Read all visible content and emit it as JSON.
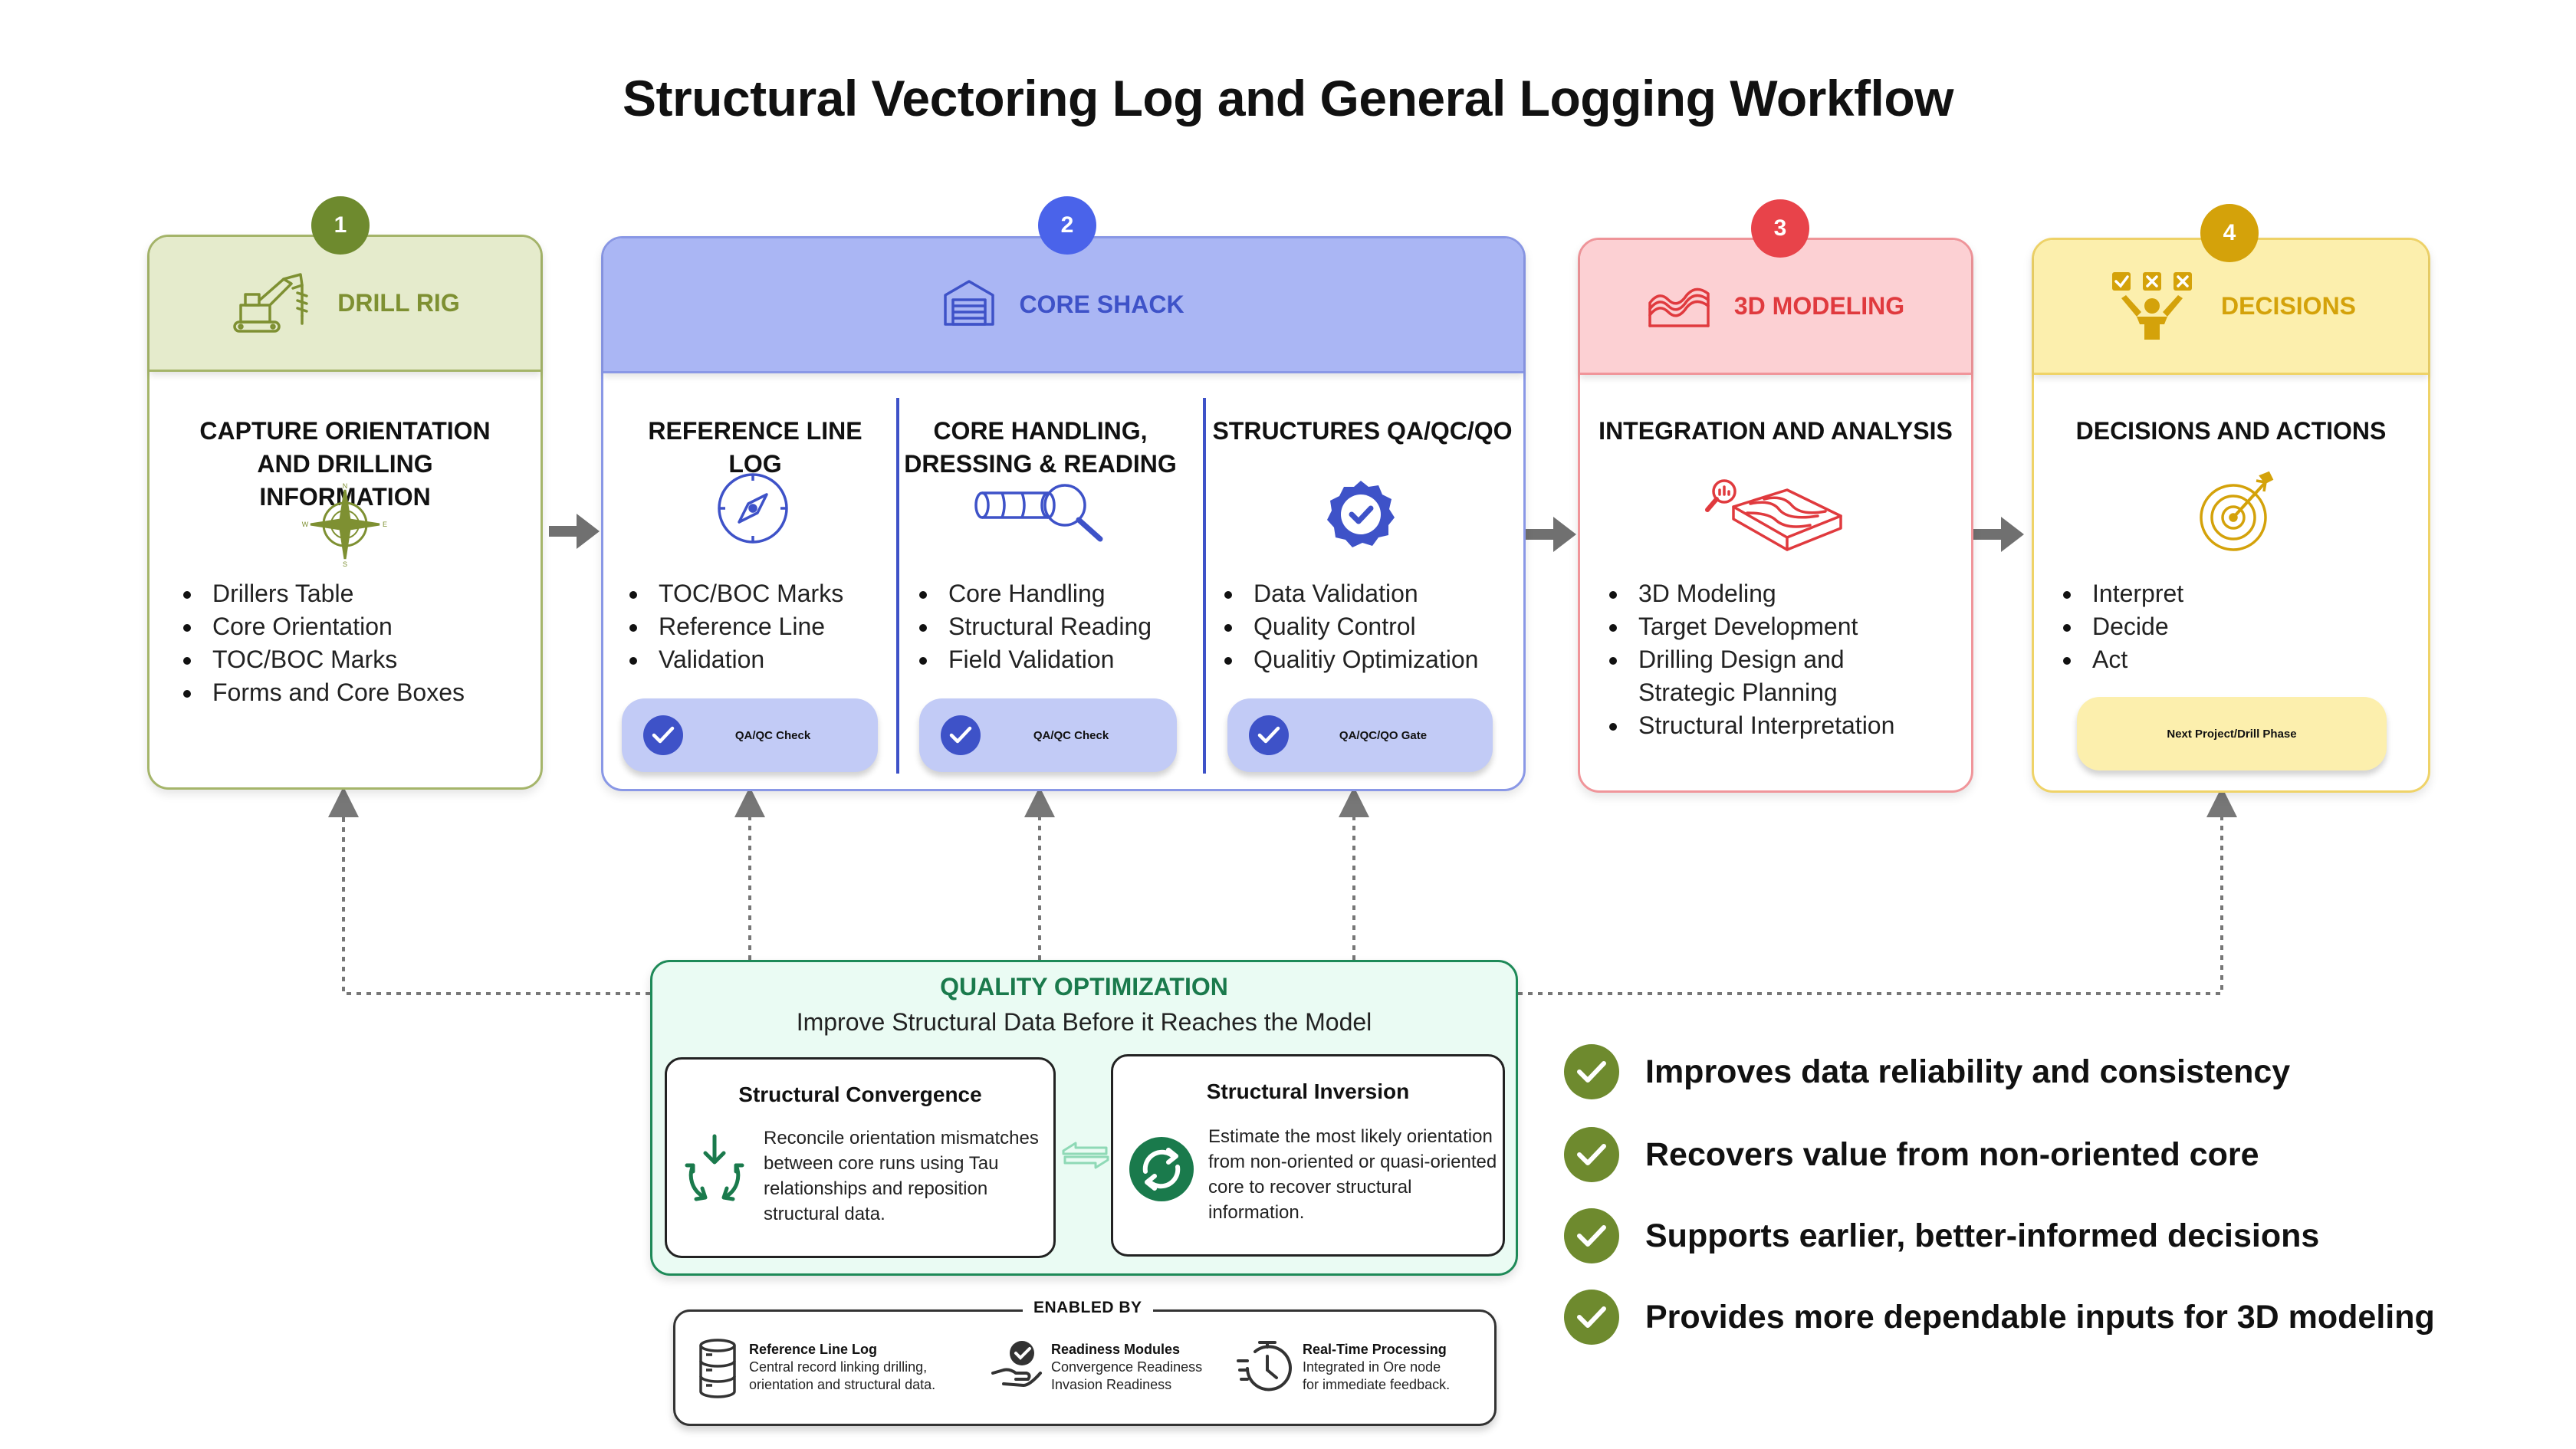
{
  "title": "Structural Vectoring Log and General Logging Workflow",
  "colors": {
    "drill_rig": "#7e9032",
    "core_shack": "#3e52c8",
    "modeling": "#e03a3e",
    "decisions": "#d4a20a",
    "quality": "#1a7a4c"
  },
  "stages": {
    "drill_rig": {
      "number": "1",
      "label": "DRILL RIG",
      "icon": "excavator-drill-icon",
      "section_title": "CAPTURE ORIENTATION AND DRILLING INFORMATION",
      "section_icon": "compass-rose-icon",
      "compass": {
        "n": "N",
        "s": "S",
        "e": "E",
        "w": "W"
      },
      "items": [
        "Drillers Table",
        "Core Orientation",
        "TOC/BOC Marks",
        "Forms and Core Boxes"
      ]
    },
    "core_shack": {
      "number": "2",
      "label": "CORE SHACK",
      "icon": "warehouse-icon",
      "sections": [
        {
          "title": "REFERENCE LINE LOG",
          "icon": "compass-icon",
          "items": [
            "TOC/BOC Marks",
            "Reference Line",
            "Validation"
          ],
          "check": "QA/QC Check"
        },
        {
          "title": "CORE HANDLING, DRESSING & READING",
          "icon": "core-magnifier-icon",
          "items": [
            "Core Handling",
            "Structural Reading",
            "Field Validation"
          ],
          "check": "QA/QC Check"
        },
        {
          "title": "STRUCTURES QA/QC/QO",
          "icon": "verified-badge-icon",
          "items": [
            "Data Validation",
            "Quality Control",
            "Qualitiy Optimization"
          ],
          "check": "QA/QC/QO Gate"
        }
      ]
    },
    "modeling": {
      "number": "3",
      "label": "3D MODELING",
      "icon": "surface-icon",
      "section_title": "INTEGRATION AND ANALYSIS",
      "section_icon": "terrain-analysis-icon",
      "items": [
        "3D Modeling",
        "Target Development",
        "Drilling Design and Strategic Planning",
        "Structural Interpretation"
      ]
    },
    "decisions": {
      "number": "4",
      "label": "DECISIONS",
      "icon": "decision-person-icon",
      "section_title": "DECISIONS AND ACTIONS",
      "section_icon": "target-icon",
      "items": [
        "Interpret",
        "Decide",
        "Act"
      ],
      "next": "Next Project/Drill Phase"
    }
  },
  "quality": {
    "title": "QUALITY OPTIMIZATION",
    "subtitle": "Improve Structural Data Before it Reaches the Model",
    "convergence": {
      "title": "Structural Convergence",
      "text": "Reconcile orientation mismatches between core runs using Tau relationships and reposition structural data."
    },
    "inversion": {
      "title": "Structural Inversion",
      "text": "Estimate the most likely orientation from non-oriented or quasi-oriented core to recover structural information."
    }
  },
  "enabled_by": {
    "label": "ENABLED BY",
    "items": [
      {
        "title": "Reference Line Log",
        "line1": "Central record linking drilling,",
        "line2": "orientation and structural data."
      },
      {
        "title": "Readiness Modules",
        "line1": "Convergence Readiness",
        "line2": "Invasion Readiness"
      },
      {
        "title": "Real-Time Processing",
        "line1": "Integrated in Ore node",
        "line2": "for immediate feedback."
      }
    ]
  },
  "benefits": [
    "Improves data reliability and consistency",
    "Recovers value from non-oriented core",
    "Supports earlier, better-informed decisions",
    "Provides more dependable inputs for 3D modeling"
  ]
}
